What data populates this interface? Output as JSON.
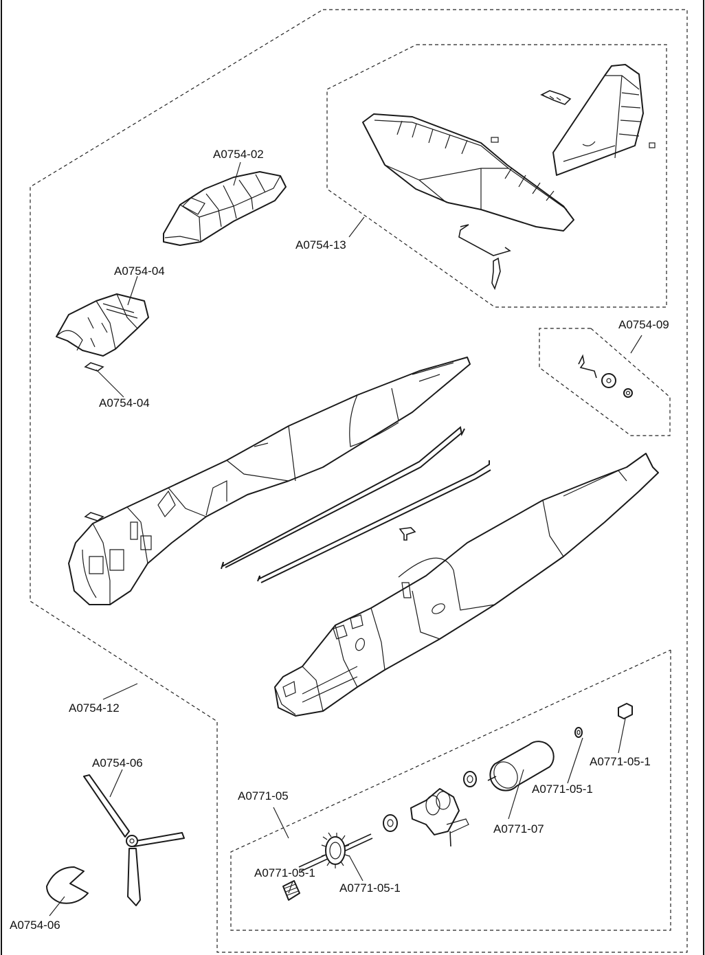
{
  "labels": {
    "canopy": "A0754-02",
    "tail_group": "A0754-13",
    "cowl": "A0754-04",
    "cowl_piece": "A0754-04",
    "pushrod_group": "A0754-09",
    "fuselage_group": "A0754-12",
    "propeller": "A0754-06",
    "spinner": "A0754-06",
    "power_group": "A0771-05",
    "pinion": "A0771-05-1",
    "main_gear": "A0771-05-1",
    "washer": "A0771-05-1",
    "motor_mount_screw": "A0771-05-1",
    "motor": "A0771-07"
  }
}
